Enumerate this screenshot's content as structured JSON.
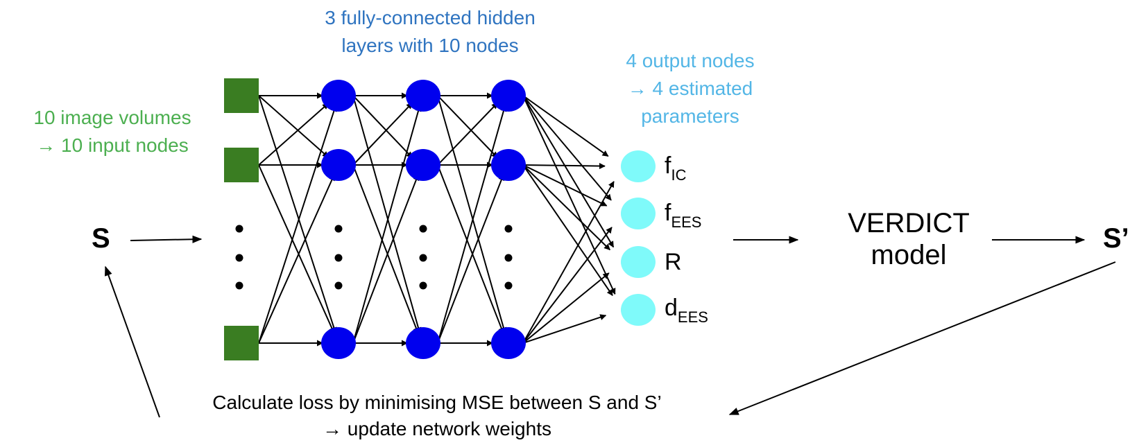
{
  "annotations": {
    "input_label": [
      "10 image volumes",
      "→ 10 input nodes"
    ],
    "hidden_label": [
      "3 fully-connected hidden",
      "layers with 10 nodes"
    ],
    "output_label": [
      "4 output nodes",
      "→ 4 estimated",
      "parameters"
    ]
  },
  "network": {
    "input_nodes_shown": 3,
    "hidden_layers": 3,
    "hidden_nodes_shown": 3,
    "output_nodes": 4
  },
  "outputs": [
    {
      "base": "f",
      "sub": "IC"
    },
    {
      "base": "f",
      "sub": "EES"
    },
    {
      "base": "R",
      "sub": ""
    },
    {
      "base": "d",
      "sub": "EES"
    }
  ],
  "signal_in": "S",
  "signal_out": "S’",
  "model": [
    "VERDICT",
    "model"
  ],
  "loss": [
    "Calculate loss by minimising MSE between S and S’",
    "→ update network weights"
  ],
  "colors": {
    "input_node": "#3a7d22",
    "hidden_node": "#0000ee",
    "output_node": "#7ffafa",
    "input_text": "#4caf50",
    "hidden_text": "#2f74c0",
    "output_text": "#53b6e6"
  }
}
